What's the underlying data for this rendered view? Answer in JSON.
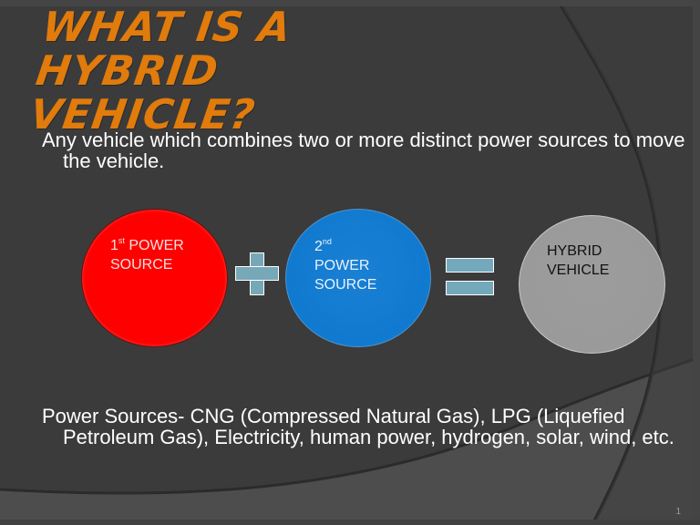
{
  "slide": {
    "title_lines": [
      "What is a hybrid",
      "vehicle?"
    ],
    "intro_text": "Any vehicle which combines two or more distinct power sources to move the vehicle.",
    "diagram": {
      "first_source": {
        "ordinal": "1",
        "suffix": "st",
        "label_rest": " POWER",
        "label_line2": "SOURCE",
        "color": "#ff0000"
      },
      "plus_symbol": {
        "name": "plus",
        "color": "#77a8b8"
      },
      "second_source": {
        "ordinal": "2",
        "suffix": "nd",
        "label_line2": "POWER",
        "label_line3": "SOURCE",
        "color": "#0f79cf"
      },
      "equals_symbol": {
        "name": "equals",
        "color": "#74a9bb"
      },
      "result": {
        "label_line1": "HYBRID",
        "label_line2": "VEHICLE",
        "color": "#9a9a9a"
      }
    },
    "sources_text": "Power Sources- CNG (Compressed Natural Gas), LPG (Liquefied Petroleum Gas), Electricity, human power, hydrogen, solar, wind, etc.",
    "page_number": "1",
    "colors": {
      "background": "#3b3b3b",
      "title": "#e07b0c",
      "body_text": "#ffffff"
    }
  }
}
